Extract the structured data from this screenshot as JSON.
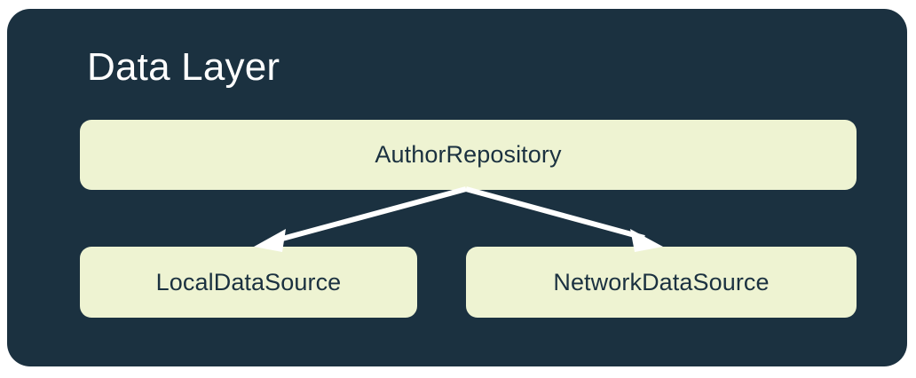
{
  "diagram": {
    "type": "architecture-block-diagram",
    "title": "Data Layer",
    "panel_color": "#1b3140",
    "node_fill_color": "#eef3d2",
    "node_text_color": "#1b3140",
    "title_color": "#ffffff",
    "arrow_color": "#ffffff",
    "page_background": "#ffffff",
    "nodes": [
      {
        "id": "author-repository",
        "label": "AuthorRepository",
        "row": "top"
      },
      {
        "id": "local-data-source",
        "label": "LocalDataSource",
        "row": "bottom"
      },
      {
        "id": "network-data-source",
        "label": "NetworkDataSource",
        "row": "bottom"
      }
    ],
    "edges": [
      {
        "from": "author-repository",
        "to": "local-data-source",
        "style": "solid-arrow"
      },
      {
        "from": "author-repository",
        "to": "network-data-source",
        "style": "solid-arrow"
      }
    ]
  }
}
